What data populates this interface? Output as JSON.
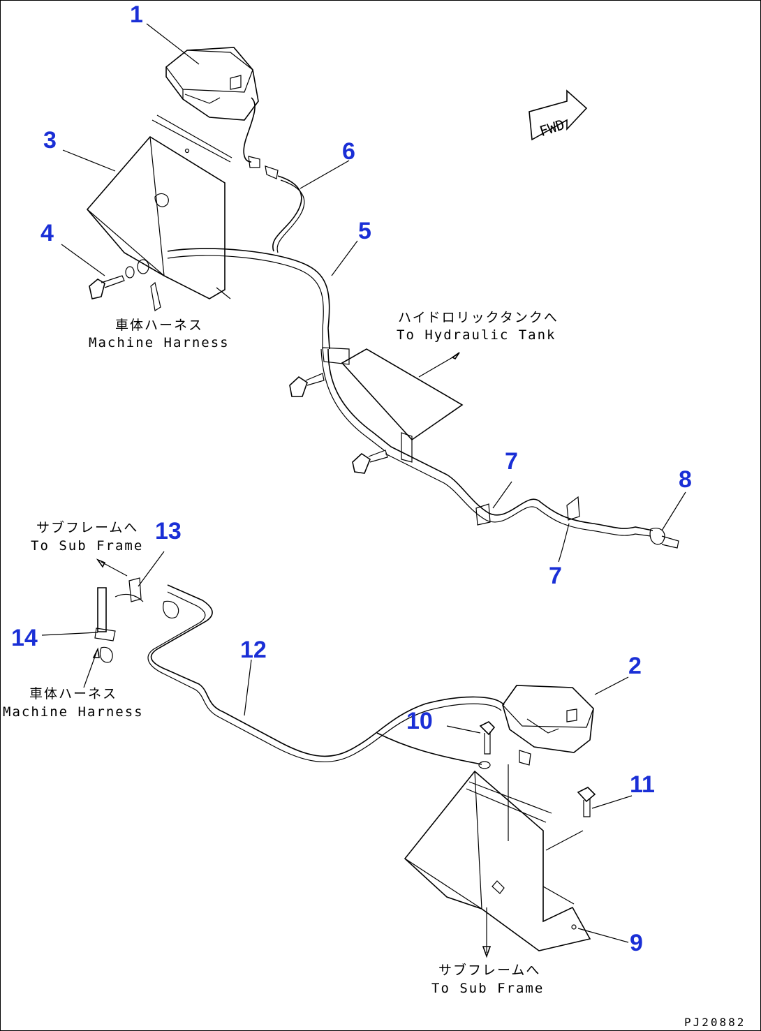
{
  "callouts": {
    "c1": "1",
    "c2": "2",
    "c3": "3",
    "c4": "4",
    "c5": "5",
    "c6": "6",
    "c7a": "7",
    "c7b": "7",
    "c8": "8",
    "c9": "9",
    "c10": "10",
    "c11": "11",
    "c12": "12",
    "c13": "13",
    "c14": "14"
  },
  "notes": {
    "machine_harness_top_jp": "車体ハーネス",
    "machine_harness_top_en": "Machine Harness",
    "hydraulic_tank_jp": "ハイドロリックタンクへ",
    "hydraulic_tank_en": "To Hydraulic Tank",
    "sub_frame_left_jp": "サブフレームへ",
    "sub_frame_left_en": "To Sub Frame",
    "machine_harness_bottom_jp": "車体ハーネス",
    "machine_harness_bottom_en": "Machine Harness",
    "sub_frame_bottom_jp": "サブフレームへ",
    "sub_frame_bottom_en": "To Sub Frame"
  },
  "fwd_label": "FWD",
  "drawing_code": "PJ20882",
  "colors": {
    "callout": "#1a2fd6",
    "line": "#000000"
  }
}
